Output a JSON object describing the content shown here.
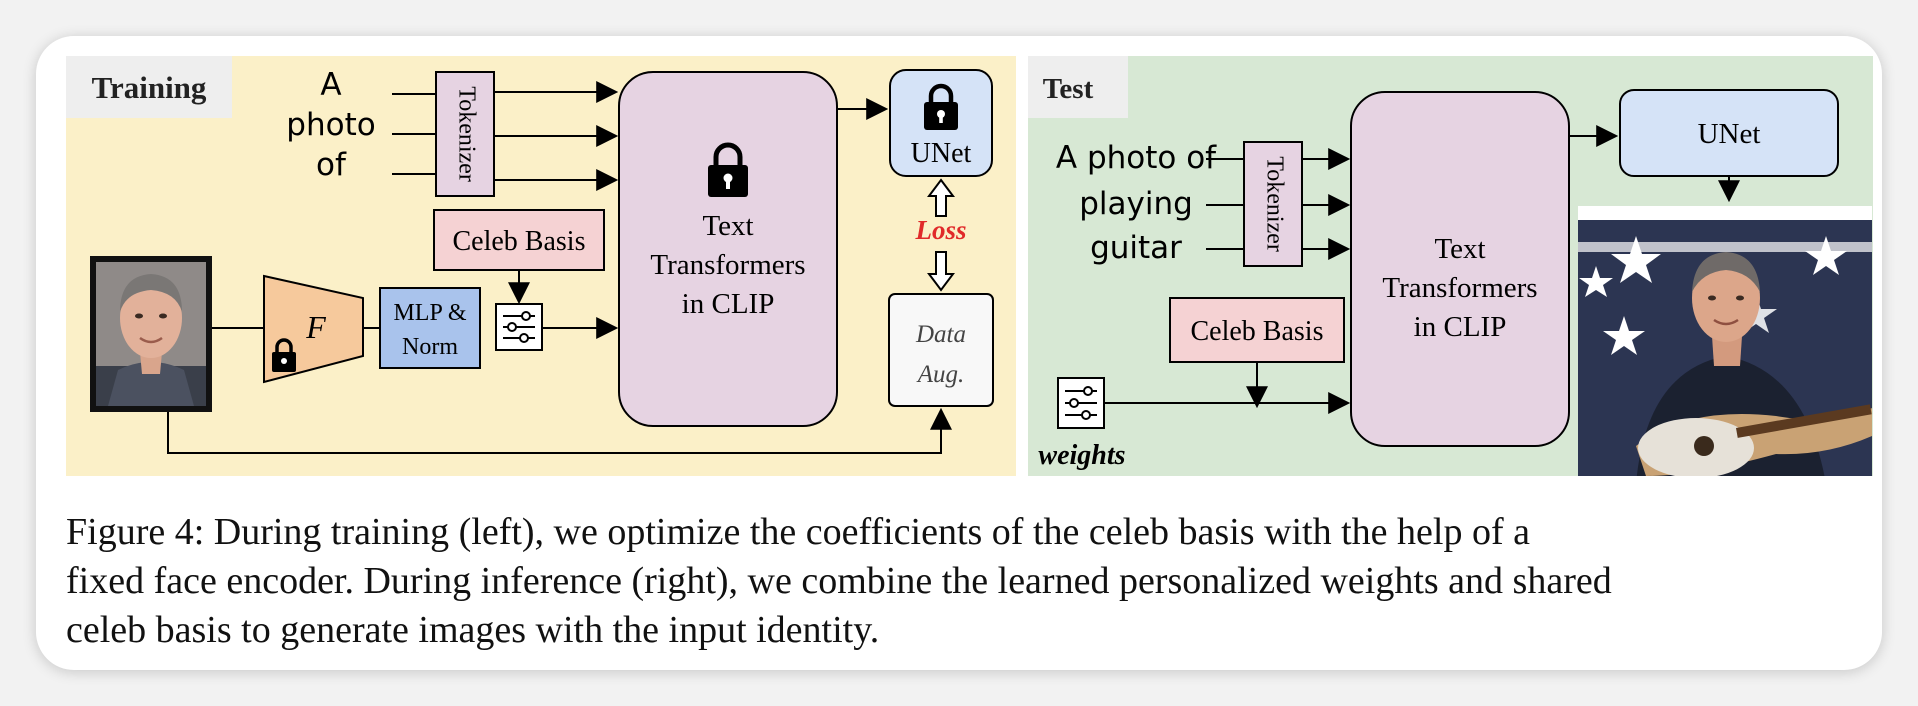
{
  "training": {
    "panel_label": "Training",
    "prompt_tokens": [
      "A",
      "photo",
      "of"
    ],
    "tokenizer_label": "Tokenizer",
    "unet_label": "UNet",
    "loss_label": "Loss",
    "celeb_basis_label": "Celeb Basis",
    "encoder_label": "F",
    "mlp_label_line1": "MLP &",
    "mlp_label_line2": "Norm",
    "text_transformer_line1": "Text",
    "text_transformer_line2": "Transformers",
    "text_transformer_line3": "in CLIP",
    "data_aug_line1": "Data",
    "data_aug_line2": "Aug."
  },
  "test": {
    "panel_label": "Test",
    "prompt_lines": [
      "A photo of",
      "playing",
      "guitar"
    ],
    "tokenizer_label": "Tokenizer",
    "unet_label": "UNet",
    "celeb_basis_label": "Celeb Basis",
    "weights_label": "weights",
    "text_transformer_line1": "Text",
    "text_transformer_line2": "Transformers",
    "text_transformer_line3": "in CLIP"
  },
  "caption": {
    "lines": [
      "Figure 4: During training (left), we optimize the coefficients of the celeb basis with the help of a",
      "fixed face encoder. During inference (right), we combine the learned personalized weights and shared",
      "celeb basis to generate images with the input identity."
    ]
  },
  "colors": {
    "training_bg": "#fbf0c8",
    "test_bg": "#d7e8d4",
    "transformer_fill": "#e6d3e2",
    "unet_fill": "#d5e3f7",
    "celeb_fill": "#f5d2d3",
    "mlp_fill": "#a9c3ec",
    "encoder_fill": "#f6c99c",
    "loss_color": "#e02a2a"
  }
}
